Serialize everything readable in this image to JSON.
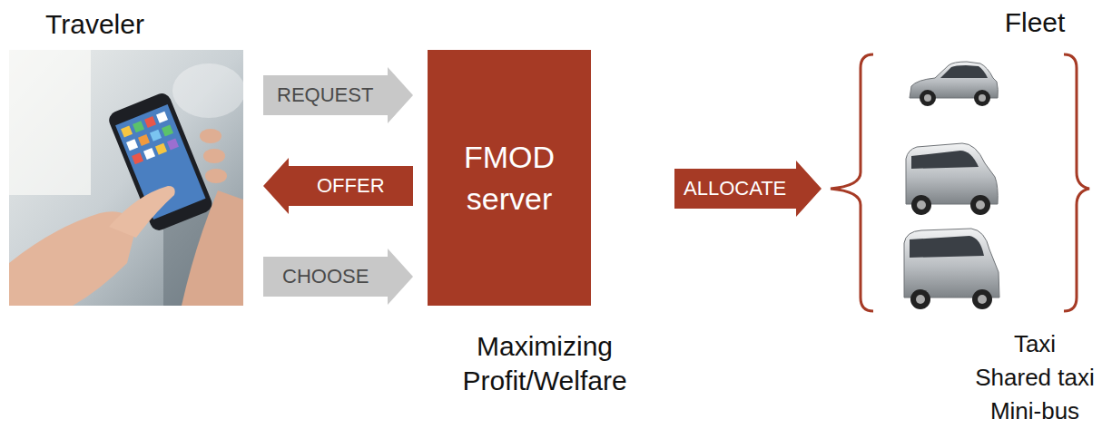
{
  "diagram": {
    "nodes": [
      {
        "text": [
          "Traveler"
        ]
      },
      {
        "text": [
          "FMOD server",
          "Maximizing Profit/Welfare"
        ]
      },
      {
        "text": [
          "Fleet",
          "Taxi",
          "Shared taxi",
          "Mini-bus"
        ]
      }
    ],
    "edges": [
      {
        "from": 0,
        "to": 1,
        "arrow": "to",
        "label": "REQUEST"
      },
      {
        "from": 1,
        "to": 0,
        "arrow": "to",
        "label": "OFFER"
      },
      {
        "from": 0,
        "to": 1,
        "arrow": "to",
        "label": "CHOOSE"
      },
      {
        "from": 1,
        "to": 2,
        "arrow": "to",
        "label": "ALLOCATE"
      }
    ]
  }
}
